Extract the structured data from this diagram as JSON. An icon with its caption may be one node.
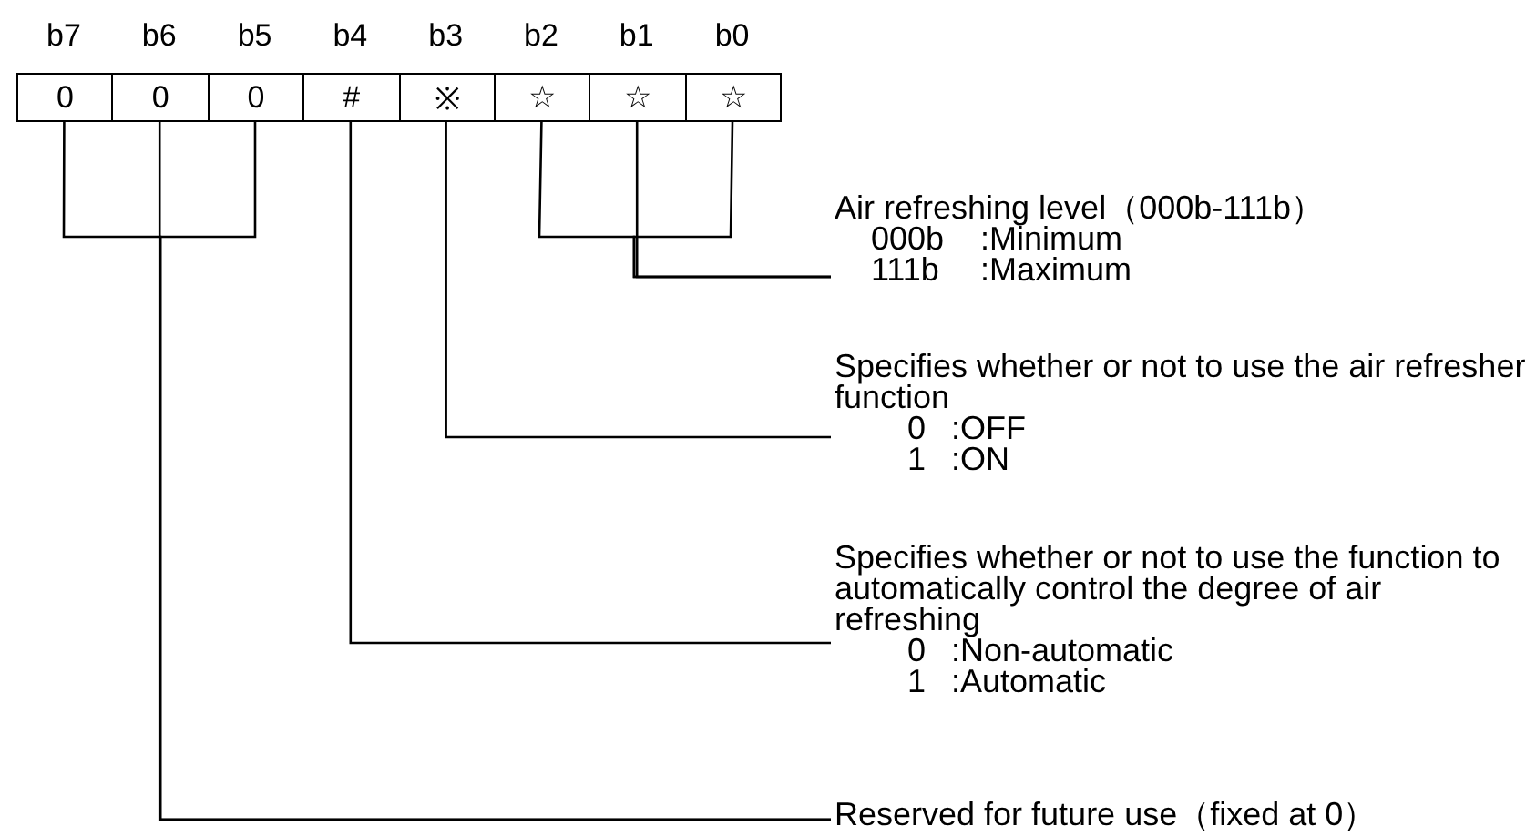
{
  "diagram": {
    "nodes": [
      {
        "text": [
          "0"
        ]
      },
      {
        "text": [
          "0"
        ]
      },
      {
        "text": [
          "0"
        ]
      },
      {
        "text": [
          "#"
        ]
      },
      {
        "text": [
          "※"
        ]
      },
      {
        "text": [
          "☆"
        ]
      },
      {
        "text": [
          "☆"
        ]
      },
      {
        "text": [
          "☆"
        ]
      },
      {
        "text": [
          "Air refreshing level（000b-111b）",
          "000b",
          ":Minimum",
          "111b",
          ":Maximum"
        ]
      },
      {
        "text": [
          "Specifies whether or not to use the air refresher function",
          "0",
          ":OFF",
          "1",
          ":ON"
        ]
      },
      {
        "text": [
          "Specifies whether or not to use the function to automatically control the degree of air refreshing",
          "0",
          ":Non-automatic",
          "1",
          ":Automatic"
        ]
      },
      {
        "text": [
          "Reserved for future use（fixed at 0）"
        ]
      }
    ],
    "edges": [
      {
        "from": 5,
        "to": 8,
        "arrow": "none"
      },
      {
        "from": 6,
        "to": 8,
        "arrow": "none"
      },
      {
        "from": 7,
        "to": 8,
        "arrow": "none"
      },
      {
        "from": 4,
        "to": 9,
        "arrow": "none"
      },
      {
        "from": 3,
        "to": 10,
        "arrow": "none"
      },
      {
        "from": 0,
        "to": 11,
        "arrow": "none"
      },
      {
        "from": 1,
        "to": 11,
        "arrow": "none"
      },
      {
        "from": 2,
        "to": 11,
        "arrow": "none"
      }
    ],
    "labels": [
      "b7",
      "b6",
      "b5",
      "b4",
      "b3",
      "b2",
      "b1",
      "b0"
    ]
  }
}
